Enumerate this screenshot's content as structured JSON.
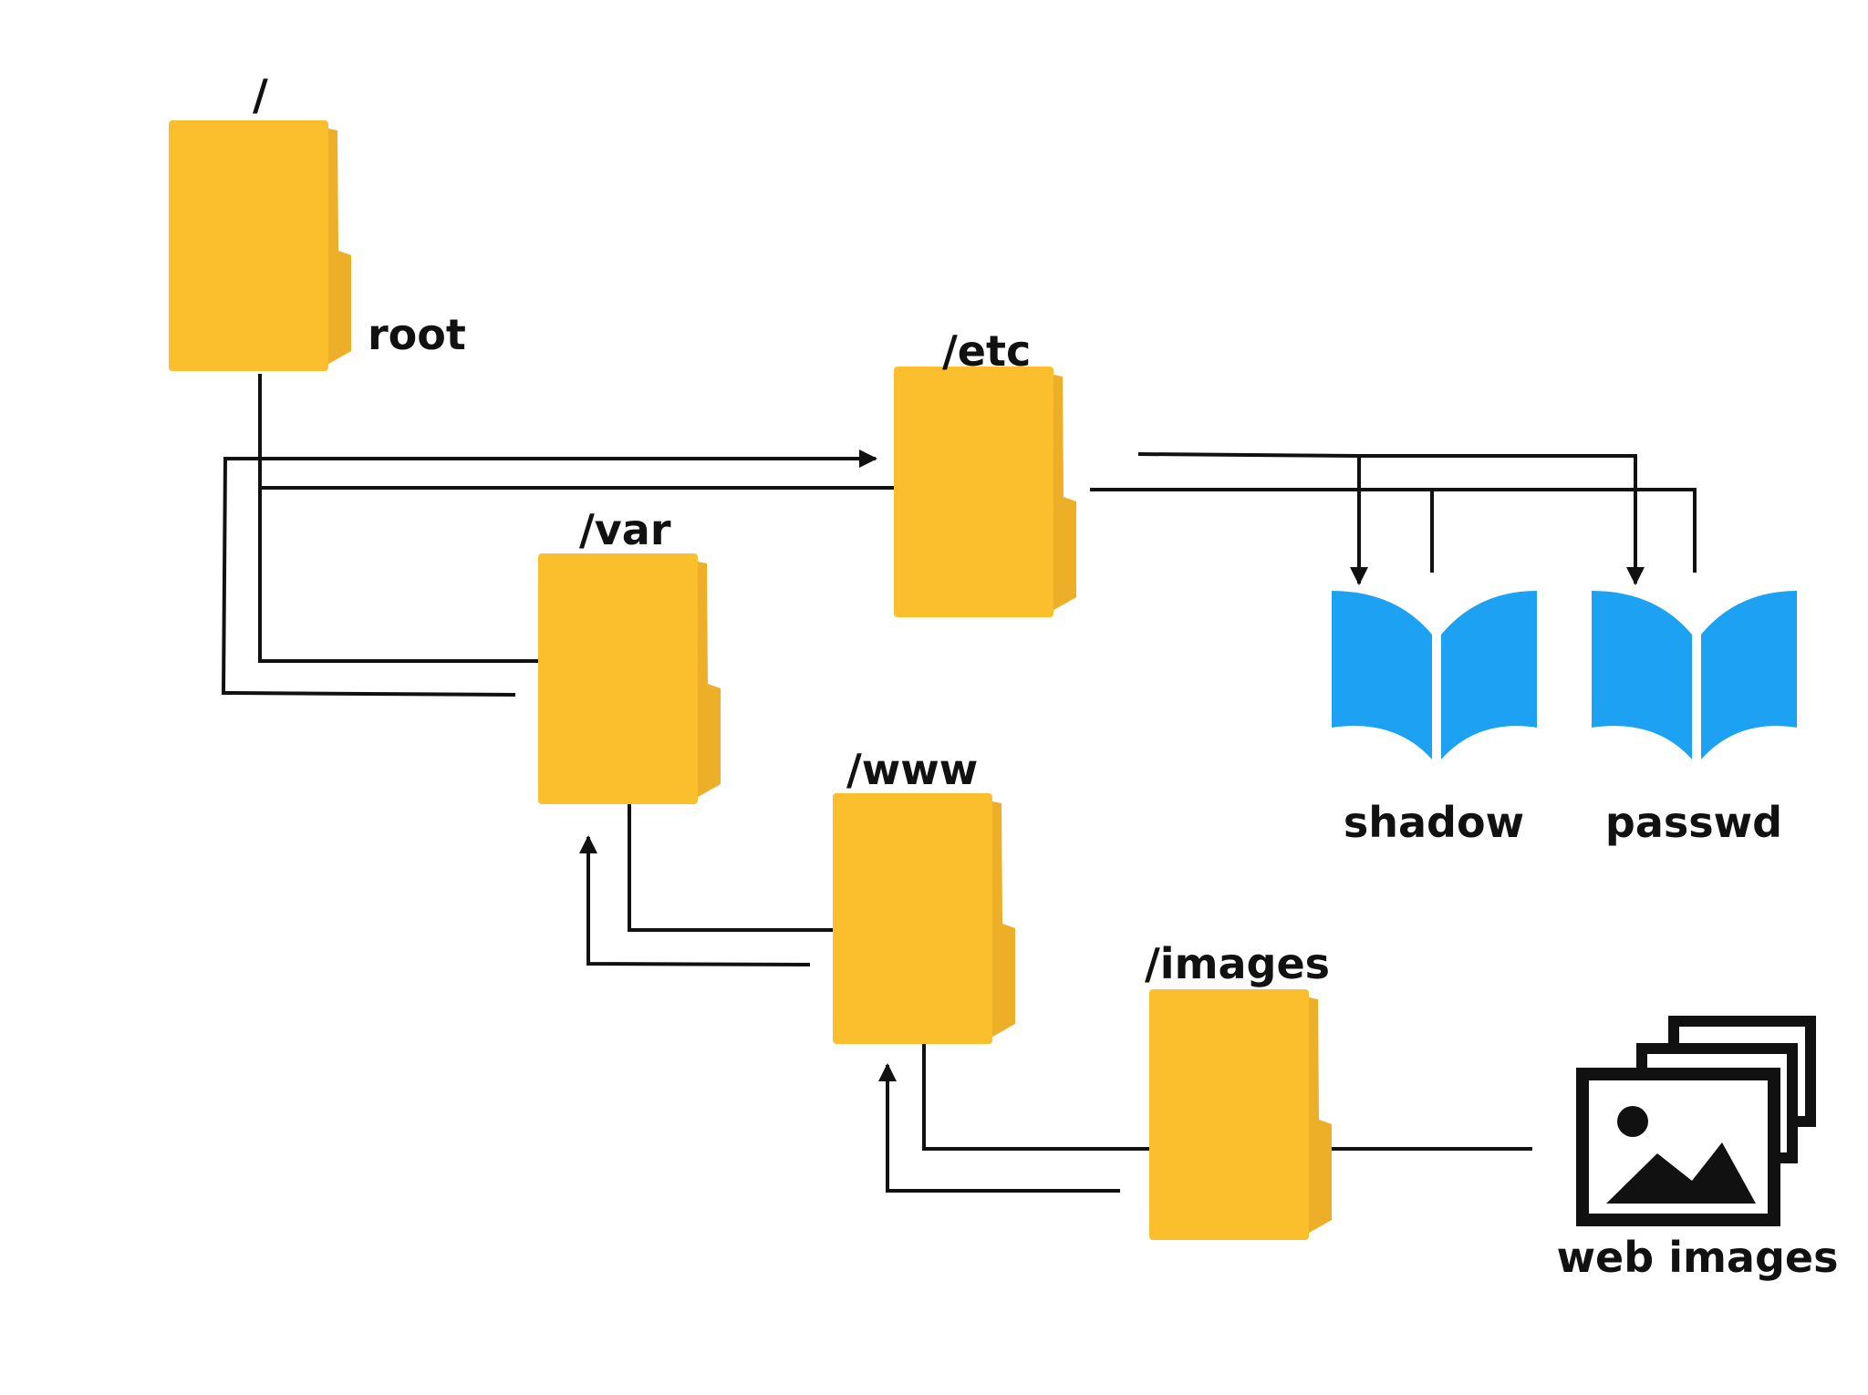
{
  "colors": {
    "folder": "#FBBF2E",
    "folder_side": "#EDAF28",
    "book": "#1DA1F2",
    "line": "#111111"
  },
  "folders": [
    {
      "id": "root-dir",
      "label": "/",
      "icon": "folder-icon"
    },
    {
      "id": "etc-dir",
      "label": "/etc",
      "icon": "folder-icon"
    },
    {
      "id": "var-dir",
      "label": "/var",
      "icon": "folder-icon"
    },
    {
      "id": "www-dir",
      "label": "/www",
      "icon": "folder-icon"
    },
    {
      "id": "images-dir",
      "label": "/images",
      "icon": "folder-icon"
    }
  ],
  "root_caption": "root",
  "files": [
    {
      "id": "shadow-file",
      "label": "shadow",
      "icon": "open-book-icon"
    },
    {
      "id": "passwd-file",
      "label": "passwd",
      "icon": "open-book-icon"
    }
  ],
  "web_images": {
    "label": "web images",
    "icon": "image-stack-icon"
  }
}
